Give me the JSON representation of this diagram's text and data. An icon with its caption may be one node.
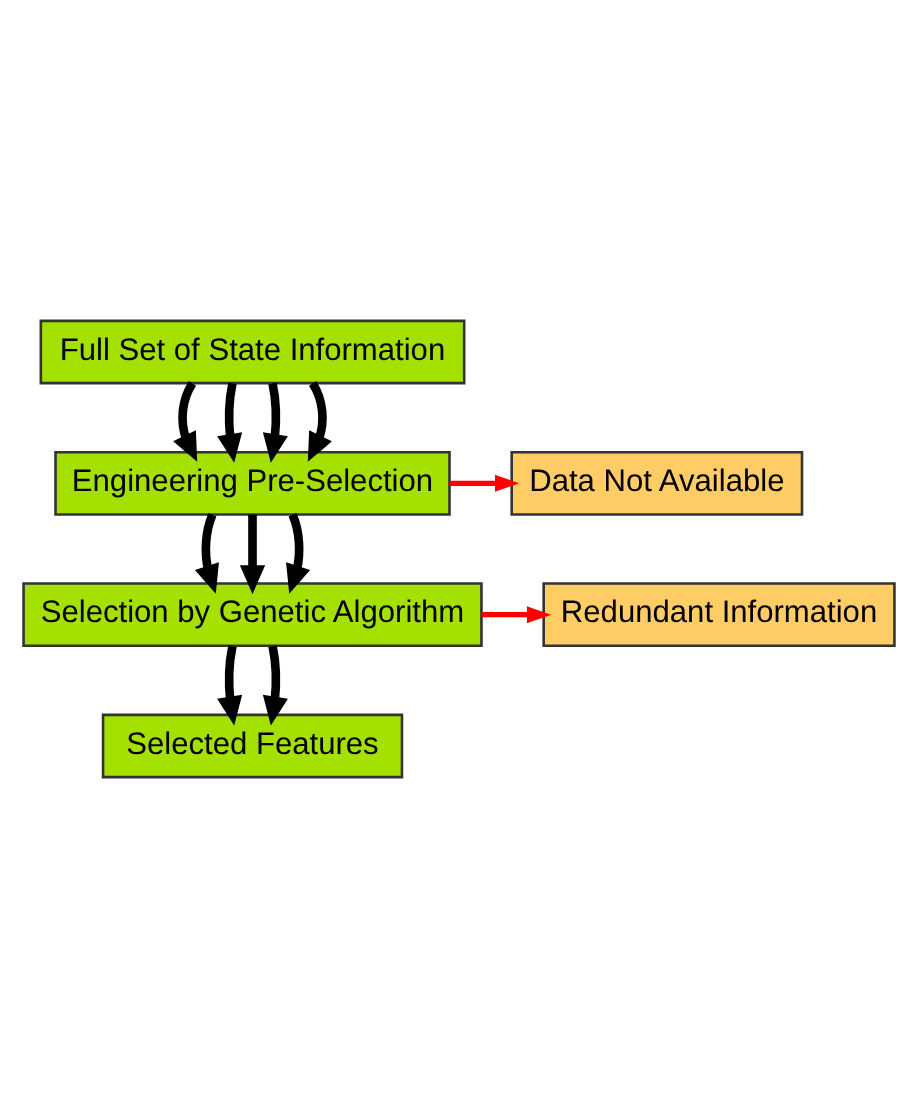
{
  "diagram": {
    "nodes": [
      {
        "text": [
          "Full Set of State Information"
        ]
      },
      {
        "text": [
          "Engineering Pre-Selection"
        ]
      },
      {
        "text": [
          "Data Not Available"
        ]
      },
      {
        "text": [
          "Selection by Genetic Algorithm"
        ]
      },
      {
        "text": [
          "Redundant Information"
        ]
      },
      {
        "text": [
          "Selected Features"
        ]
      }
    ],
    "edges": [
      {
        "from": 0,
        "to": 1,
        "arrow": "to"
      },
      {
        "from": 0,
        "to": 1,
        "arrow": "to"
      },
      {
        "from": 0,
        "to": 1,
        "arrow": "to"
      },
      {
        "from": 0,
        "to": 1,
        "arrow": "to"
      },
      {
        "from": 1,
        "to": 2,
        "arrow": "to",
        "color": "#ff0000"
      },
      {
        "from": 1,
        "to": 3,
        "arrow": "to"
      },
      {
        "from": 1,
        "to": 3,
        "arrow": "to"
      },
      {
        "from": 1,
        "to": 3,
        "arrow": "to"
      },
      {
        "from": 3,
        "to": 4,
        "arrow": "to",
        "color": "#ff0000"
      },
      {
        "from": 3,
        "to": 5,
        "arrow": "to"
      },
      {
        "from": 3,
        "to": 5,
        "arrow": "to"
      }
    ]
  }
}
